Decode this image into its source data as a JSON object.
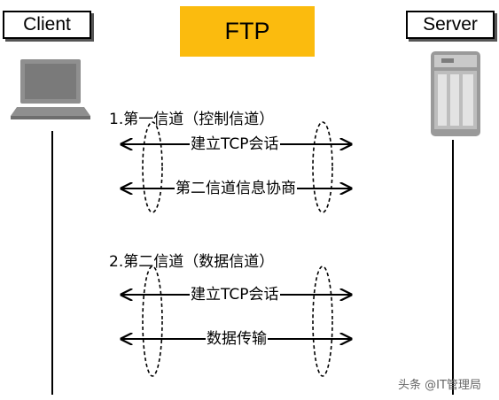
{
  "client": {
    "label": "Client",
    "icon": "computer-icon"
  },
  "server": {
    "label": "Server",
    "icon": "server-icon"
  },
  "title": "FTP",
  "channels": [
    {
      "heading": "1.第一信道（控制信道）",
      "arrows": [
        "建立TCP会话",
        "第二信道信息协商"
      ]
    },
    {
      "heading": "2.第二信道（数据信道）",
      "arrows": [
        "建立TCP会话",
        "数据传输"
      ]
    }
  ],
  "watermark": "头条 @IT管理局",
  "colors": {
    "title_bg": "#fbbb0e",
    "icon_gray": "#8a8a8a"
  }
}
